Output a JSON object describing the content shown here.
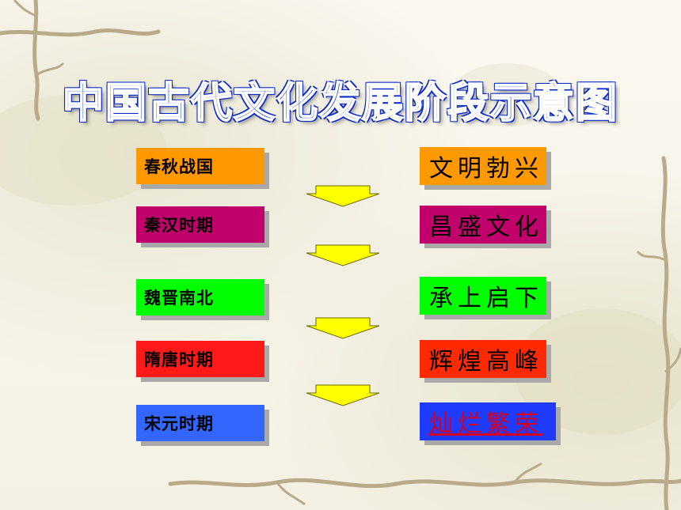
{
  "title": "中国古代文化发展阶段示意图",
  "stages": [
    {
      "period": "春秋战国",
      "description": "文明勃兴",
      "period_color": "#ff9900",
      "description_color": "#ff9900"
    },
    {
      "period": "秦汉时期",
      "description": "昌盛文化",
      "period_color": "#c2006b",
      "description_color": "#c2006b"
    },
    {
      "period": "魏晋南北",
      "description": "承上启下",
      "period_color": "#00ff00",
      "description_color": "#00ff00"
    },
    {
      "period": "隋唐时期",
      "description": "辉煌高峰",
      "period_color": "#ff1a1a",
      "description_color": "#ff2a00"
    },
    {
      "period": "宋元时期",
      "description": "灿烂繁荣",
      "period_color": "#3366ff",
      "description_color": "#1f3bff"
    }
  ],
  "arrow_color": "#ffff00"
}
